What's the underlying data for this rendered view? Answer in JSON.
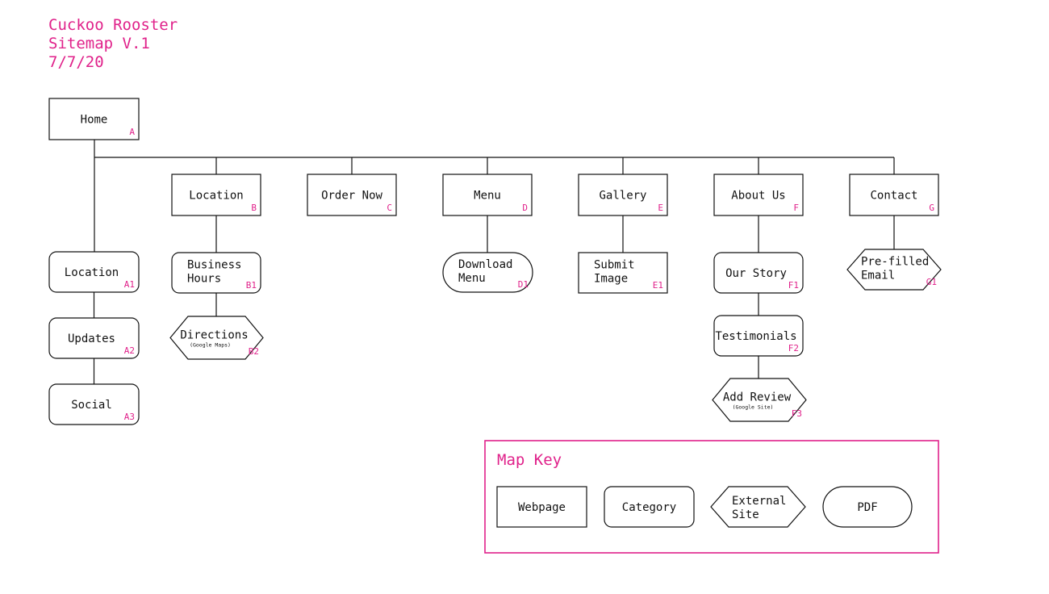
{
  "header": {
    "title": "Cuckoo Rooster",
    "subtitle": "Sitemap V.1",
    "date": "7/7/20"
  },
  "nodes": {
    "home": {
      "label": [
        "Home"
      ],
      "code": "A",
      "kind": "webpage"
    },
    "location_b": {
      "label": [
        "Location"
      ],
      "code": "B",
      "kind": "webpage"
    },
    "order_now": {
      "label": [
        "Order Now"
      ],
      "code": "C",
      "kind": "webpage"
    },
    "menu": {
      "label": [
        "Menu"
      ],
      "code": "D",
      "kind": "webpage"
    },
    "gallery": {
      "label": [
        "Gallery"
      ],
      "code": "E",
      "kind": "webpage"
    },
    "about_us": {
      "label": [
        "About Us"
      ],
      "code": "F",
      "kind": "webpage"
    },
    "contact": {
      "label": [
        "Contact"
      ],
      "code": "G",
      "kind": "webpage"
    },
    "location_a1": {
      "label": [
        "Location"
      ],
      "code": "A1",
      "kind": "category"
    },
    "updates": {
      "label": [
        "Updates"
      ],
      "code": "A2",
      "kind": "category"
    },
    "social": {
      "label": [
        "Social"
      ],
      "code": "A3",
      "kind": "category"
    },
    "business_hours": {
      "label": [
        "Business",
        "Hours"
      ],
      "code": "B1",
      "kind": "category"
    },
    "directions": {
      "label": [
        "Directions"
      ],
      "sub": "(Google Maps)",
      "code": "B2",
      "kind": "external"
    },
    "download_menu": {
      "label": [
        "Download",
        "Menu"
      ],
      "code": "D1",
      "kind": "pdf"
    },
    "submit_image": {
      "label": [
        "Submit",
        "Image"
      ],
      "code": "E1",
      "kind": "webpage"
    },
    "our_story": {
      "label": [
        "Our Story"
      ],
      "code": "F1",
      "kind": "category"
    },
    "testimonials": {
      "label": [
        "Testimonials"
      ],
      "code": "F2",
      "kind": "category"
    },
    "add_review": {
      "label": [
        "Add Review"
      ],
      "sub": "(Google Site)",
      "code": "F3",
      "kind": "external"
    },
    "prefilled_email": {
      "label": [
        "Pre-filled",
        "Email"
      ],
      "code": "G1",
      "kind": "external"
    }
  },
  "edges": [
    [
      "home",
      "location_b"
    ],
    [
      "home",
      "order_now"
    ],
    [
      "home",
      "menu"
    ],
    [
      "home",
      "gallery"
    ],
    [
      "home",
      "about_us"
    ],
    [
      "home",
      "contact"
    ],
    [
      "home",
      "location_a1"
    ],
    [
      "location_a1",
      "updates"
    ],
    [
      "updates",
      "social"
    ],
    [
      "location_b",
      "business_hours"
    ],
    [
      "business_hours",
      "directions"
    ],
    [
      "menu",
      "download_menu"
    ],
    [
      "gallery",
      "submit_image"
    ],
    [
      "about_us",
      "our_story"
    ],
    [
      "our_story",
      "testimonials"
    ],
    [
      "testimonials",
      "add_review"
    ],
    [
      "contact",
      "prefilled_email"
    ]
  ],
  "map_key": {
    "title": "Map Key",
    "items": [
      {
        "kind": "webpage",
        "label": [
          "Webpage"
        ]
      },
      {
        "kind": "category",
        "label": [
          "Category"
        ]
      },
      {
        "kind": "external",
        "label": [
          "External",
          "Site"
        ]
      },
      {
        "kind": "pdf",
        "label": [
          "PDF"
        ]
      }
    ]
  },
  "colors": {
    "accent": "#e0218a",
    "stroke": "#111111",
    "background": "#ffffff"
  }
}
